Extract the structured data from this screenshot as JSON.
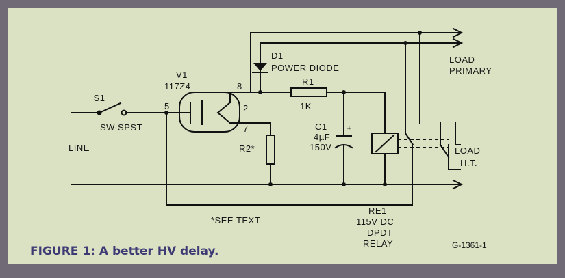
{
  "diagram": {
    "labels": {
      "s1": "S1",
      "sw_spst": "SW SPST",
      "line": "LINE",
      "v1": "V1",
      "v1_type": "117Z4",
      "pin5": "5",
      "pin8": "8",
      "pin2": "2",
      "pin7": "7",
      "d1": "D1",
      "power_diode": "POWER DIODE",
      "r1": "R1",
      "r1_value": "1K",
      "c1": "C1",
      "c1_cap": "4µF",
      "c1_volt": "150V",
      "c1_plus": "+",
      "r2": "R2*",
      "load_primary_1": "LOAD",
      "load_primary_2": "PRIMARY",
      "load_ht_1": "LOAD",
      "load_ht_2": "H.T.",
      "re1": "RE1",
      "re1_spec": "115V DC",
      "re1_type": "DPDT",
      "re1_relay": "RELAY",
      "see_text": "*SEE TEXT"
    },
    "caption": "FIGURE 1: A better HV delay.",
    "figure_code": "G-1361-1"
  },
  "colors": {
    "background": "#dbe2c4",
    "frame": "#6f6a76",
    "ink": "#121212",
    "caption": "#3d3a74"
  }
}
